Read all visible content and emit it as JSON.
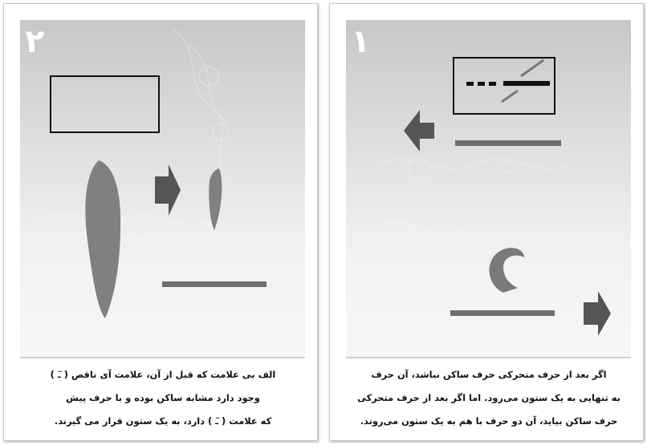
{
  "cards": [
    {
      "number": "۲",
      "caption_lines": [
        "الف بی علامت  که قبل از آن، علامت آی ناقص ( ـٓ )",
        "وجود دارد مشابه ساکن بوده و با حرف پیش",
        "که علامت ( ـٓ ) دارد، به یک ستون قرار می گیرند."
      ]
    },
    {
      "number": "۱",
      "caption_lines": [
        "اگر بعد از حرف متحرکی حرف ساکن نباشد، آن حرف",
        "به تنهایی به یک ستون می‌رود. اما اگر بعد از حرف متحرکی",
        "حرف ساکن بیاید، آن دو حرف با هم به یک ستون می‌روند."
      ]
    }
  ],
  "colors": {
    "shape_gray": "#808080",
    "rule_gray": "#6e6e6e",
    "frame_black": "#111111",
    "background_light": "#f5f5f5"
  }
}
